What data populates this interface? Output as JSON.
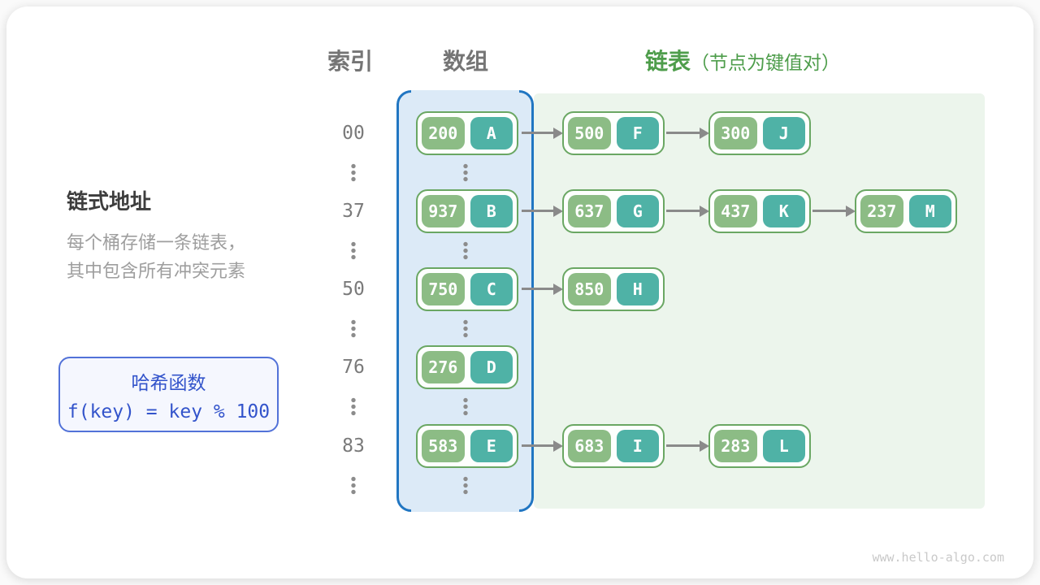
{
  "headers": {
    "index": "索引",
    "array": "数组",
    "list": "链表",
    "list_note": "（节点为键值对）"
  },
  "sidebar": {
    "title": "链式地址",
    "desc_line1": "每个桶存储一条链表，",
    "desc_line2": "其中包含所有冲突元素"
  },
  "hash_box": {
    "title": "哈希函数",
    "formula": "f(key) = key % 100"
  },
  "rows": [
    {
      "index": "00",
      "bucket": {
        "key": "200",
        "value": "A"
      },
      "chain": [
        {
          "key": "500",
          "value": "F"
        },
        {
          "key": "300",
          "value": "J"
        }
      ]
    },
    {
      "index": "37",
      "bucket": {
        "key": "937",
        "value": "B"
      },
      "chain": [
        {
          "key": "637",
          "value": "G"
        },
        {
          "key": "437",
          "value": "K"
        },
        {
          "key": "237",
          "value": "M"
        }
      ]
    },
    {
      "index": "50",
      "bucket": {
        "key": "750",
        "value": "C"
      },
      "chain": [
        {
          "key": "850",
          "value": "H"
        }
      ]
    },
    {
      "index": "76",
      "bucket": {
        "key": "276",
        "value": "D"
      },
      "chain": []
    },
    {
      "index": "83",
      "bucket": {
        "key": "583",
        "value": "E"
      },
      "chain": [
        {
          "key": "683",
          "value": "I"
        },
        {
          "key": "283",
          "value": "L"
        }
      ]
    }
  ],
  "footer": {
    "watermark": "www.hello-algo.com"
  },
  "colors": {
    "key_green": "#8cbc85",
    "value_teal": "#4fb2a6",
    "node_border": "#6aa763",
    "array_fill": "#dceaf7",
    "array_border": "#2176c2",
    "list_fill": "#ecf5ec",
    "header_green": "#4e9d4b",
    "header_gray": "#757575",
    "hash_blue": "#3354cb",
    "arrow_gray": "#8a8a8a"
  }
}
